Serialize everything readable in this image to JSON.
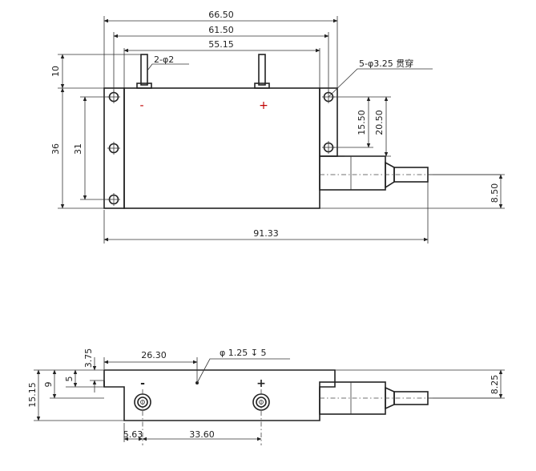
{
  "top_view": {
    "dimensions": {
      "overall_width": "66.50",
      "mount_hole_span": "61.50",
      "body_width": "55.15",
      "pin_height": "10",
      "body_height": "36",
      "side_hole_span": "31",
      "right_hole_span": "15.50",
      "right_hole_offset": "20.50",
      "fiber_offset": "8.50",
      "total_length": "91.33"
    },
    "callouts": {
      "pins": "2-φ2",
      "holes": "5-φ3.25 贯穿"
    },
    "polarity": {
      "negative": "-",
      "positive": "+"
    }
  },
  "side_view": {
    "dimensions": {
      "total_height": "15.15",
      "step_height": "9",
      "flange_height": "5",
      "flange_thickness": "3.75",
      "hole_offset": "26.30",
      "fiber_height": "8.25",
      "left_offset": "5.63",
      "terminal_spacing": "33.60"
    },
    "callouts": {
      "hole": "φ 1.25 ↧ 5"
    },
    "polarity": {
      "negative": "-",
      "positive": "+"
    }
  }
}
